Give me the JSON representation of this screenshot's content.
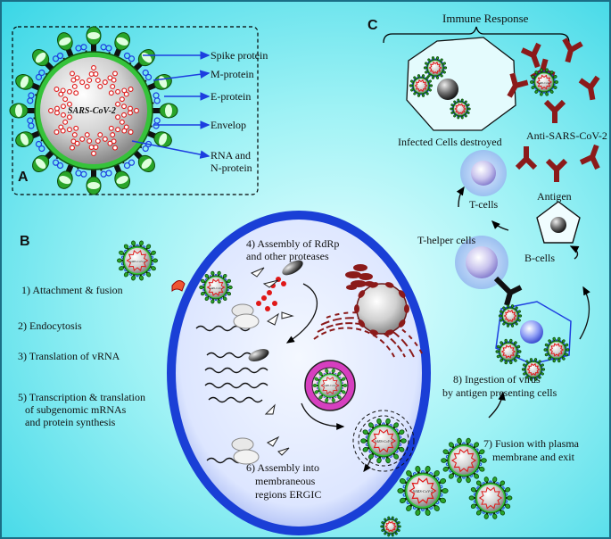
{
  "panels": {
    "a": "A",
    "b": "B",
    "c": "C"
  },
  "virion": {
    "center_label": "SARS-CoV-2",
    "parts": [
      "Spike protein",
      "M-protein",
      "E-protein",
      "Envelop",
      "RNA and",
      "N-protein"
    ]
  },
  "small_virus_label": "SARS-CoV-2",
  "steps": {
    "s1": "1) Attachment & fusion",
    "s2": "2) Endocytosis",
    "s3": "3) Translation of vRNA",
    "s4a": "4) Assembly of RdRp",
    "s4b": "and other  proteases",
    "s5a": "5) Transcription & translation",
    "s5b": "of subgenomic mRNAs",
    "s5c": "and protein synthesis",
    "s6a": "6) Assembly into",
    "s6b": "membraneous",
    "s6c": "regions ERGIC",
    "s7a": "7) Fusion with plasma",
    "s7b": "membrane and exit",
    "s8a": "8) Ingestion of virus",
    "s8b": "by antigen presenting cells"
  },
  "immune": {
    "title": "Immune Response",
    "infected": "Infected Cells destroyed",
    "anti": "Anti-SARS-CoV-2",
    "tcells": "T-cells",
    "antigen": "Antigen",
    "thelper": "T-helper cells",
    "bcells": "B-cells"
  },
  "colors": {
    "background": "#39d6e6",
    "host_cell_membrane": "#1a3fd6",
    "arrow_blue": "#1d3ee0",
    "antibody": "#8b1a1a",
    "rna": "#e01818",
    "spike": "#2aa52a"
  }
}
